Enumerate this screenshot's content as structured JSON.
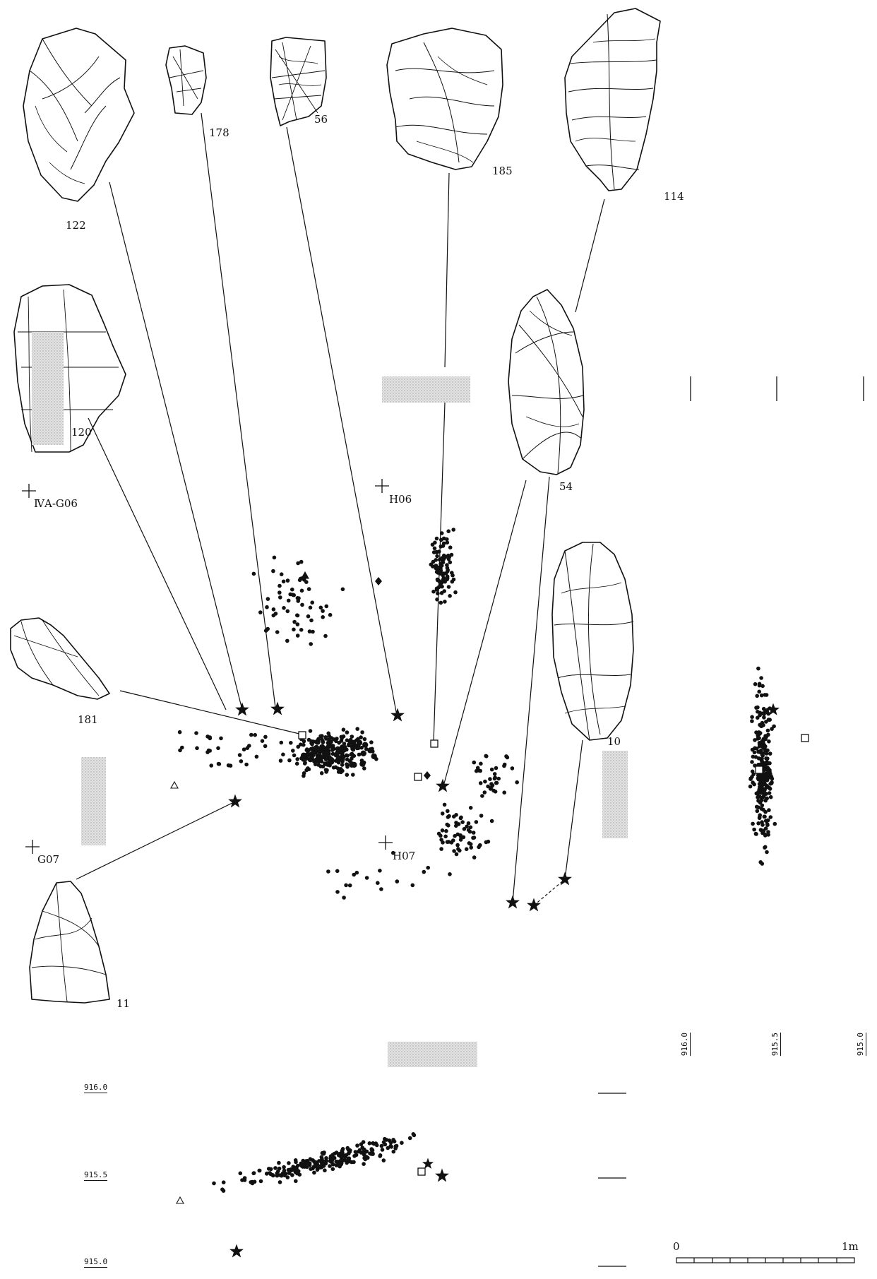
{
  "artifacts": [
    {
      "id": "122",
      "label": "122"
    },
    {
      "id": "178",
      "label": "178"
    },
    {
      "id": "56",
      "label": "56"
    },
    {
      "id": "185",
      "label": "185"
    },
    {
      "id": "114",
      "label": "114"
    },
    {
      "id": "120",
      "label": "120"
    },
    {
      "id": "54",
      "label": "54"
    },
    {
      "id": "181",
      "label": "181"
    },
    {
      "id": "10",
      "label": "10"
    },
    {
      "id": "11",
      "label": "11"
    }
  ],
  "grid_labels": {
    "iva_g06": "ⅣA-G06",
    "h06": "H06",
    "g07": "G07",
    "h07": "H07"
  },
  "elevations": {
    "bottom_916": "916.0",
    "bottom_9155": "915.5",
    "bottom_915": "915.0",
    "right_916": "916.0",
    "right_9155": "915.5",
    "right_915": "915.0"
  },
  "scale": {
    "zero": "0",
    "one": "1m"
  }
}
